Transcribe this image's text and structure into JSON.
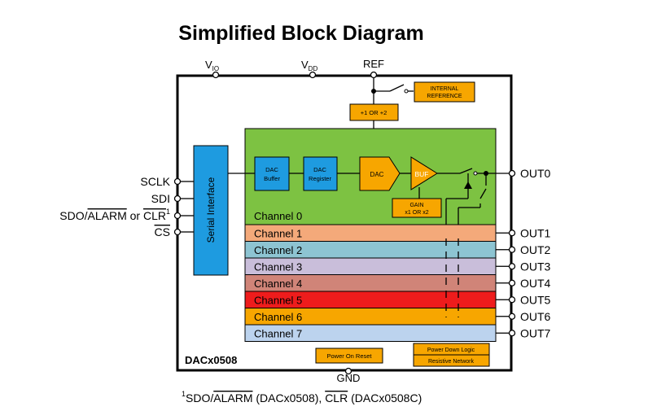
{
  "title": "Simplified Block Diagram",
  "supply_pins": {
    "vio_main": "V",
    "vio_sub": "IO",
    "vdd_main": "V",
    "vdd_sub": "DD",
    "ref": "REF",
    "gnd": "GND"
  },
  "left_pins": {
    "sclk": "SCLK",
    "sdi": "SDI",
    "sdo_prefix": "SDO/",
    "sdo_alarm": "ALARM",
    "sdo_or": " or ",
    "sdo_clr": "CLR",
    "sdo_sup": "1",
    "cs": "CS"
  },
  "blocks": {
    "serial_interface": "Serial Interface",
    "internal_ref_line1": "INTERNAL",
    "internal_ref_line2": "REFERENCE",
    "divider": "+1 OR +2",
    "dac_buffer_line1": "DAC",
    "dac_buffer_line2": "Buffer",
    "dac_register_line1": "DAC",
    "dac_register_line2": "Register",
    "dac": "DAC",
    "buf": "BUF",
    "gain_line1": "GAIN",
    "gain_line2": "x1 OR x2",
    "power_on_reset": "Power On Reset",
    "power_down_logic": "Power Down Logic",
    "resistive_network": "Resistive Network",
    "chip_name": "DACx0508"
  },
  "channels": [
    {
      "label": "Channel 0",
      "output": "OUT0",
      "color": "#7DC242"
    },
    {
      "label": "Channel 1",
      "output": "OUT1",
      "color": "#F4A97A"
    },
    {
      "label": "Channel 2",
      "output": "OUT2",
      "color": "#8DC4D2"
    },
    {
      "label": "Channel 3",
      "output": "OUT3",
      "color": "#C9BEDA"
    },
    {
      "label": "Channel 4",
      "output": "OUT4",
      "color": "#D08478"
    },
    {
      "label": "Channel 5",
      "output": "OUT5",
      "color": "#EE1C1C"
    },
    {
      "label": "Channel 6",
      "output": "OUT6",
      "color": "#F7A600"
    },
    {
      "label": "Channel 7",
      "output": "OUT7",
      "color": "#BCD3EE"
    }
  ],
  "footnote": {
    "sup": "1",
    "part1": "SDO/",
    "alarm": "ALARM",
    "part2": " (DACx0508), ",
    "clr": "CLR",
    "part3": " (DACx0508C)"
  },
  "colors": {
    "block_orange": "#F7A600",
    "serial_blue": "#1E9BE0",
    "chip_border": "#000000"
  }
}
